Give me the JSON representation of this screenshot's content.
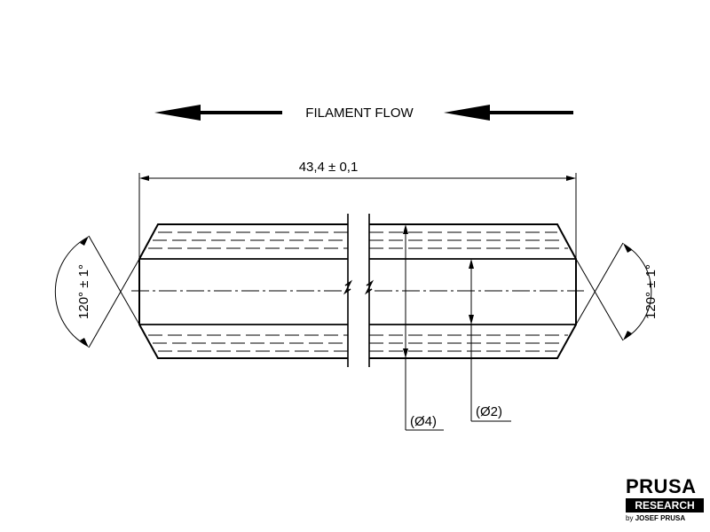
{
  "labels": {
    "flow": "FILAMENT FLOW",
    "length": "43,4 ± 0,1",
    "angle_left": "120° ± 1°",
    "angle_right": "120° ± 1°",
    "outer_diameter": "(Ø4)",
    "inner_diameter": "(Ø2)"
  },
  "logo": {
    "name": "PRUSA",
    "research": "RESEARCH",
    "by": "by",
    "author": "JOSEF PRUSA"
  }
}
